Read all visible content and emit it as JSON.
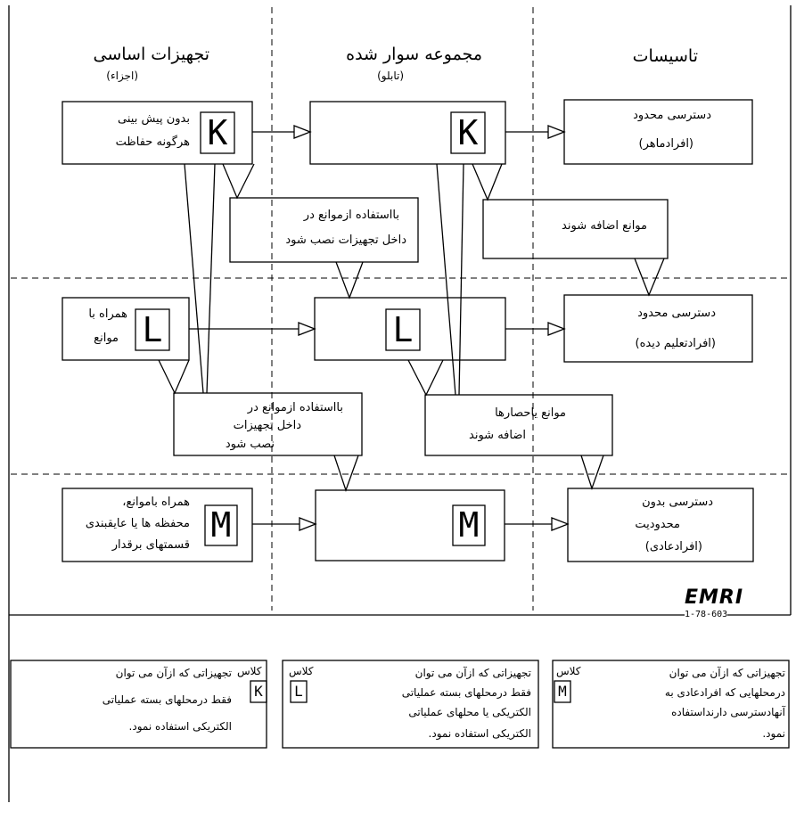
{
  "columns": {
    "basic": "تجهیزات اساسی",
    "basic_sub": "(اجزاء)",
    "assembled": "مجموعه سوار شده",
    "assembled_sub": "(تابلو)",
    "installation": "تاسیسات"
  },
  "row_k": {
    "symbol": "K",
    "component_line1": "بدون پیش بینی",
    "component_line2": "هرگونه حفاظت",
    "access_line1": "دسترسی محدود",
    "access_line2": "(افرادماهر)",
    "note1_line1": "بااستفاده ازموانع در",
    "note1_line2": "داخل تجهیزات نصب شود",
    "note2": "موانع اضافه شوند"
  },
  "row_l": {
    "symbol": "L",
    "component_line1": "همراه با",
    "component_line2": "موانع",
    "access_line1": "دسترسی محدود",
    "access_line2": "(افرادتعلیم دیده)",
    "note1_line1": "بااستفاده ازموانع در",
    "note1_line2": "داخل تجهیزات",
    "note1_line3": "نصب شود",
    "note2_line1": "موانع یاحصارها",
    "note2_line2": "اضافه شوند"
  },
  "row_m": {
    "symbol": "M",
    "component_line1": "همراه باموانع،",
    "component_line2": "محفظه ها یا عایقبندی",
    "component_line3": "قسمتهای برقدار",
    "access_line1": "دسترسی بدون",
    "access_line2": "محدودیت",
    "access_line3": "(افرادعادی)"
  },
  "legend": {
    "class_word": "کلاس",
    "k": {
      "symbol": "K",
      "line1": "تجهیزاتی که ازآن می توان",
      "line2": "فقط درمحلهای بسته عملیاتی",
      "line3": "الکتریکی استفاده نمود."
    },
    "l": {
      "symbol": "L",
      "line1": "تجهیزاتی که ازآن می توان",
      "line2": "فقط درمحلهای بسته عملیاتی",
      "line3": "الکتریکی یا محلهای عملیاتی",
      "line4": "الکتریکی استفاده نمود."
    },
    "m": {
      "symbol": "M",
      "line1": "تجهیزاتی که ازآن می توان",
      "line2": "درمحلهایی که افرادعادی به",
      "line3": "آنهادسترسی دارنداستفاده",
      "line4": "نمود."
    }
  },
  "logo": {
    "mark": "EMRI",
    "code": "1-78-603"
  },
  "colors": {
    "ink": "#000000",
    "paper": "#ffffff"
  }
}
